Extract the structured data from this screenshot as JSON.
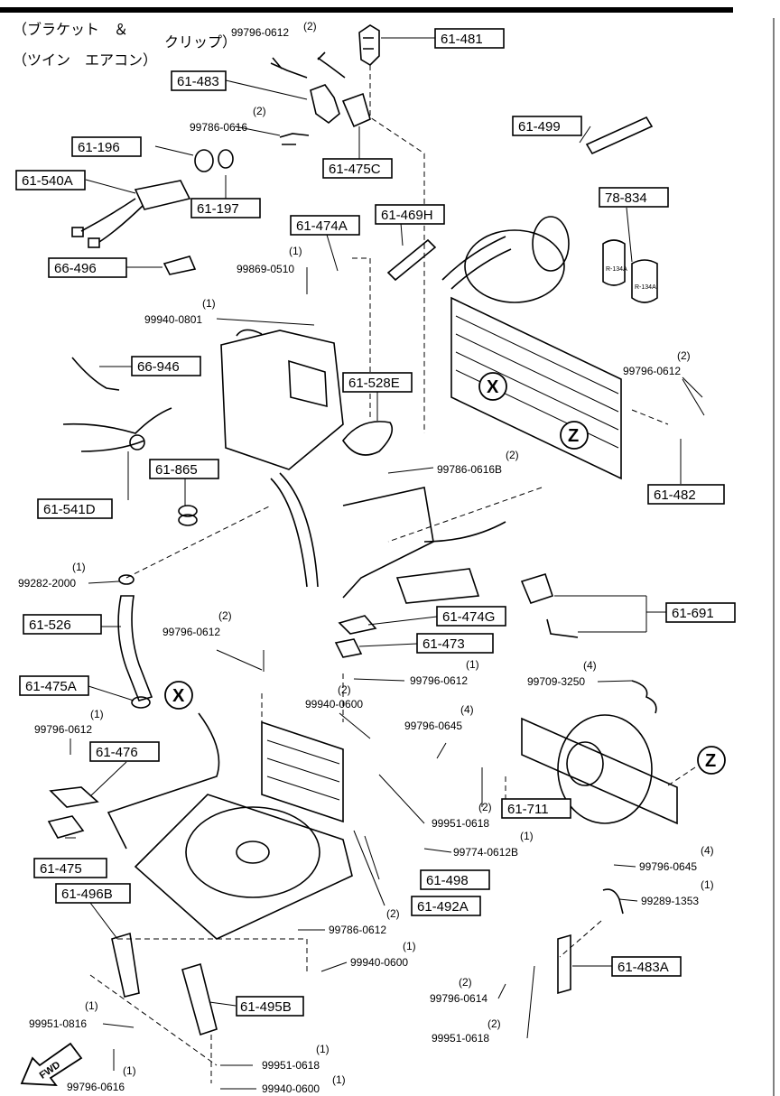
{
  "header": {
    "line1a": "（ブラケット　＆",
    "line1b": "クリップ）",
    "line2": "（ツイン　エアコン）"
  },
  "callouts": {
    "c61481": "61-481",
    "c61483": "61-483",
    "c61475C": "61-475C",
    "c61499": "61-499",
    "c61196": "61-196",
    "c61540A": "61-540A",
    "c61197": "61-197",
    "c61474A": "61-474A",
    "c61469H": "61-469H",
    "c78834": "78-834",
    "c66496": "66-496",
    "c66946": "66-946",
    "c61528E": "61-528E",
    "c61865": "61-865",
    "c61541D": "61-541D",
    "c61482": "61-482",
    "c61526": "61-526",
    "c61474G": "61-474G",
    "c61473": "61-473",
    "c61691": "61-691",
    "c61475A": "61-475A",
    "c61476": "61-476",
    "c61711": "61-711",
    "c61475": "61-475",
    "c61498": "61-498",
    "c61496B": "61-496B",
    "c61492A": "61-492A",
    "c61483A": "61-483A",
    "c61495B": "61-495B"
  },
  "parts": {
    "p_99796_0612_top": "99796-0612",
    "q_99796_0612_top": "(2)",
    "p_99786_0616": "99786-0616",
    "q_99786_0616": "(2)",
    "p_99869_0510": "99869-0510",
    "q_99869_0510": "(1)",
    "p_99940_0801": "99940-0801",
    "q_99940_0801": "(1)",
    "p_99796_0612_right": "99796-0612",
    "q_99796_0612_right": "(2)",
    "p_99786_0616B": "99786-0616B",
    "q_99786_0616B": "(2)",
    "p_99282_2000": "99282-2000",
    "q_99282_2000": "(1)",
    "p_99796_0612_mid": "99796-0612",
    "q_99796_0612_mid": "(2)",
    "p_99796_0612_c": "99796-0612",
    "q_99796_0612_c": "(1)",
    "p_99940_0600_c": "99940-0600",
    "q_99940_0600_c": "(2)",
    "p_99709_3250": "99709-3250",
    "q_99709_3250": "(4)",
    "p_99796_0612_left": "99796-0612",
    "q_99796_0612_left": "(1)",
    "p_99796_0645_a": "99796-0645",
    "q_99796_0645_a": "(4)",
    "p_99951_0618_a": "99951-0618",
    "q_99951_0618_a": "(2)",
    "p_99774_0612B": "99774-0612B",
    "q_99774_0612B": "(1)",
    "p_99796_0645_b": "99796-0645",
    "q_99796_0645_b": "(4)",
    "p_99289_1353": "99289-1353",
    "q_99289_1353": "(1)",
    "p_99786_0612": "99786-0612",
    "q_99786_0612": "(2)",
    "p_99940_0600_b": "99940-0600",
    "q_99940_0600_b": "(1)",
    "p_99796_0614": "99796-0614",
    "q_99796_0614": "(2)",
    "p_99951_0816": "99951-0816",
    "q_99951_0816": "(1)",
    "p_99951_0618_b": "99951-0618",
    "q_99951_0618_b": "(2)",
    "p_99796_0616": "99796-0616",
    "q_99796_0616": "(1)",
    "p_99951_0618_c": "99951-0618",
    "q_99951_0618_c": "(1)",
    "p_99940_0600_d": "99940-0600",
    "q_99940_0600_d": "(1)"
  },
  "markers": {
    "x": "X",
    "z": "Z",
    "fwd": "FWD"
  },
  "cans": {
    "left": "R-134A",
    "right": "R-134A"
  }
}
